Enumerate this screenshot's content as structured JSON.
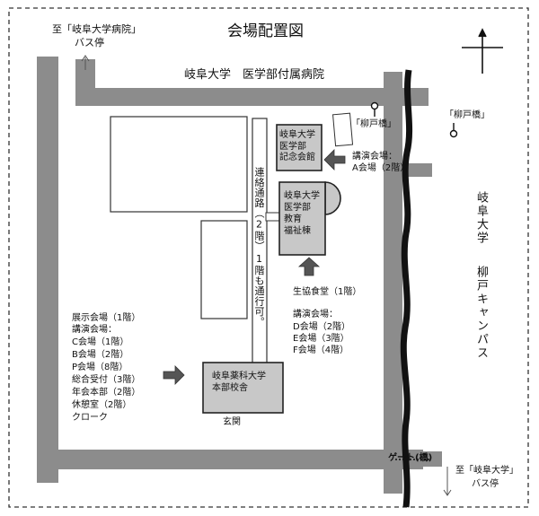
{
  "title": "会場配置図",
  "bus_stop_hospital": {
    "line1": "至「岐阜大学病院」",
    "line2": "バス停"
  },
  "bus_stop_univ": {
    "line1": "至「岐阜大学」",
    "line2": "バス停"
  },
  "road_label": "岐阜大学　医学部付属病院",
  "yanagido_bridge_1": "「柳戸橋」",
  "yanagido_bridge_2": "「柳戸橋」",
  "campus_label": {
    "line1": "岐阜大学",
    "line2": "柳戸キャンパス"
  },
  "kinen_hall": "岐阜大学\n医学部\n記念会館",
  "kinen_venue": {
    "line1": "講演会場：",
    "line2": "A会場（2階）"
  },
  "corridor": "連絡通路（2階）",
  "corridor_note": "1階も通行可。",
  "welfare_bldg": "岐阜大学\n医学部\n教育\n福祉棟",
  "coop": "生協食堂（1階）",
  "welfare_venues": {
    "head": "講演会場：",
    "items": [
      "D会場（2階）",
      "E会場（3階）",
      "F会場（4階）"
    ]
  },
  "pharm_bldg": "岐阜薬科大学\n本部校舎",
  "entrance": "玄関",
  "pharm_venues": {
    "lines": [
      "展示会場（1階）",
      "講演会場：",
      "C会場（1階）",
      "B会場（2階）",
      "P会場（8階）",
      "総合受付（3階）",
      "年会本部（2階）",
      "休憩室（2階）",
      "クローク"
    ]
  },
  "gate": "ゲート(橋)",
  "icons": [
    "north-arrow-icon",
    "bridge-marker-icon",
    "arrow-icon"
  ],
  "colors": {
    "road": "#8c8c8c",
    "building_hi": "#c8c8c8",
    "outline": "#222222",
    "river": "#111111"
  }
}
